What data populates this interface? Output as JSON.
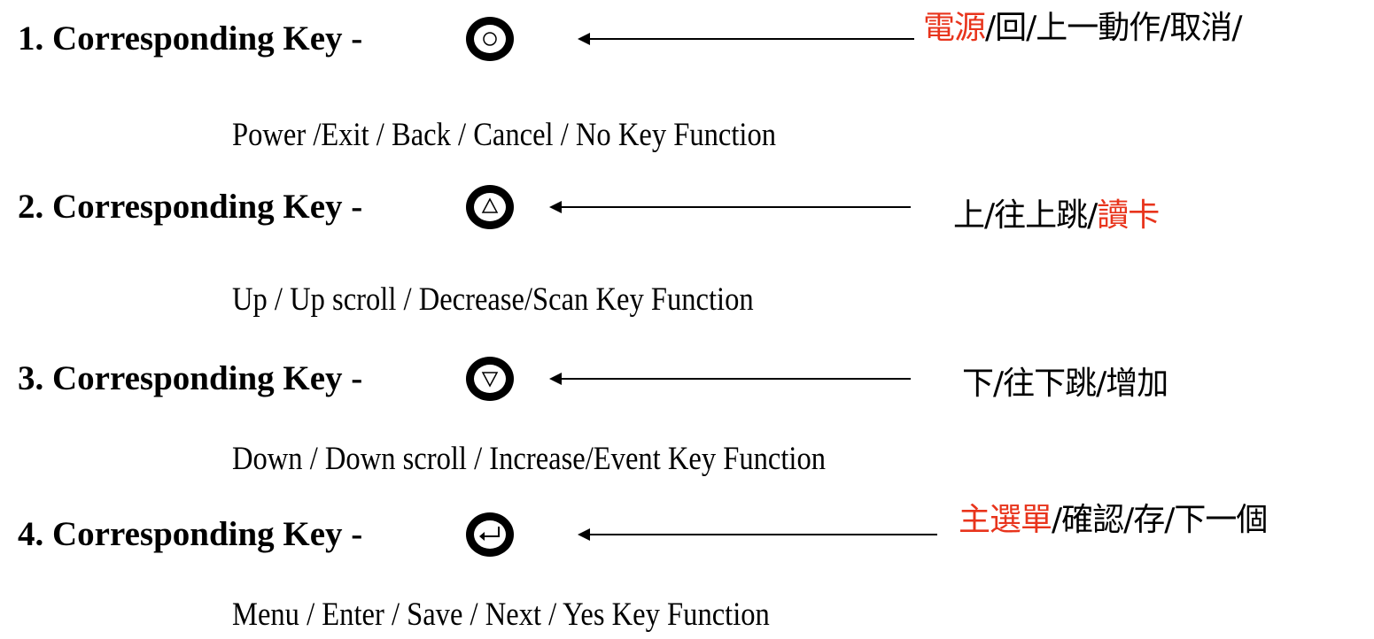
{
  "colors": {
    "text": "#000000",
    "highlight": "#e8341c"
  },
  "keys": [
    {
      "label": "1. Corresponding Key -",
      "icon": "power-circle-icon",
      "zh_highlight": "電源",
      "zh_rest": "/回/上一動作/取消/",
      "zh_highlight_after": "",
      "description": "Power /Exit / Back / Cancel / No   Key Function"
    },
    {
      "label": "2. Corresponding Key -",
      "icon": "up-triangle-icon",
      "zh_highlight": "",
      "zh_rest": "上/往上跳/",
      "zh_highlight_after": "讀卡",
      "description": "Up / Up scroll / Decrease/Scan  Key Function"
    },
    {
      "label": "3. Corresponding Key -",
      "icon": "down-triangle-icon",
      "zh_highlight": "",
      "zh_rest": "下/往下跳/增加",
      "zh_highlight_after": "",
      "description": "Down / Down scroll / Increase/Event  Key Function"
    },
    {
      "label": "4. Corresponding Key -",
      "icon": "enter-return-icon",
      "zh_highlight": "主選單",
      "zh_rest": "/確認/存/下一個",
      "zh_highlight_after": "",
      "description": "Menu / Enter / Save / Next / Yes   Key Function"
    }
  ]
}
